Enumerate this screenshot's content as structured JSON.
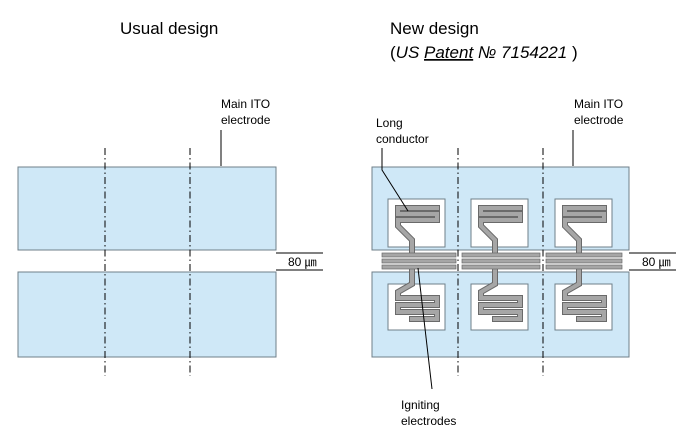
{
  "left": {
    "title": "Usual design",
    "electrode_label_line1": "Main ITO",
    "electrode_label_line2": "electrode",
    "gap_label": "80 ㎛"
  },
  "right": {
    "title_line1": "New design",
    "patent_open": "(",
    "patent_prefix": "US ",
    "patent_word": "Patent",
    "patent_number": " № 7154221",
    "patent_close": " )",
    "electrode_label_line1": "Main ITO",
    "electrode_label_line2": "electrode",
    "conductor_label_line1": "Long",
    "conductor_label_line2": "conductor",
    "igniting_label_line1": "Igniting",
    "igniting_label_line2": "electrodes",
    "gap_label": "80 ㎛"
  },
  "colors": {
    "panel_fill": "#cfe8f7",
    "panel_stroke": "#6f7f88",
    "conductor": "#a6a6a6",
    "spellcheck_underline": "#c00000"
  }
}
